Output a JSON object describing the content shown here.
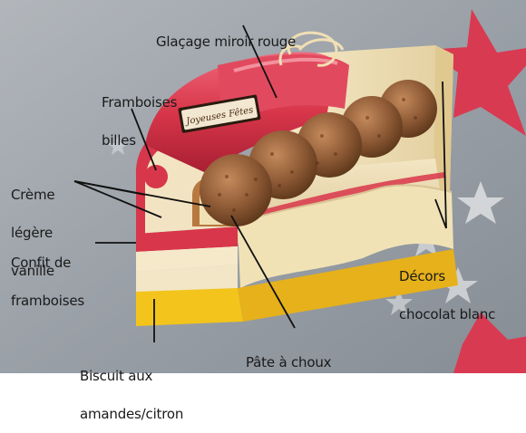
{
  "labels": {
    "glacage": "Glaçage miroir rouge",
    "framboises_billes": [
      "Framboises",
      "billes"
    ],
    "creme": [
      "Crème",
      "légère",
      "vanille"
    ],
    "confit": [
      "Confit de",
      "framboises"
    ],
    "biscuit": [
      "Biscuit aux",
      "amandes/citron"
    ],
    "pate": "Pâte à choux",
    "decors": [
      "Décors",
      "chocolat blanc"
    ],
    "plaque": "Joyeuses Fêtes"
  },
  "colors": {
    "background": "#9ea3aa",
    "glaze_red": "#d8364a",
    "biscuit_yellow": "#f3c41b",
    "cream": "#f2e4c2",
    "choux_brown": "#8a5733",
    "white_chocolate": "#f1e2b6"
  }
}
